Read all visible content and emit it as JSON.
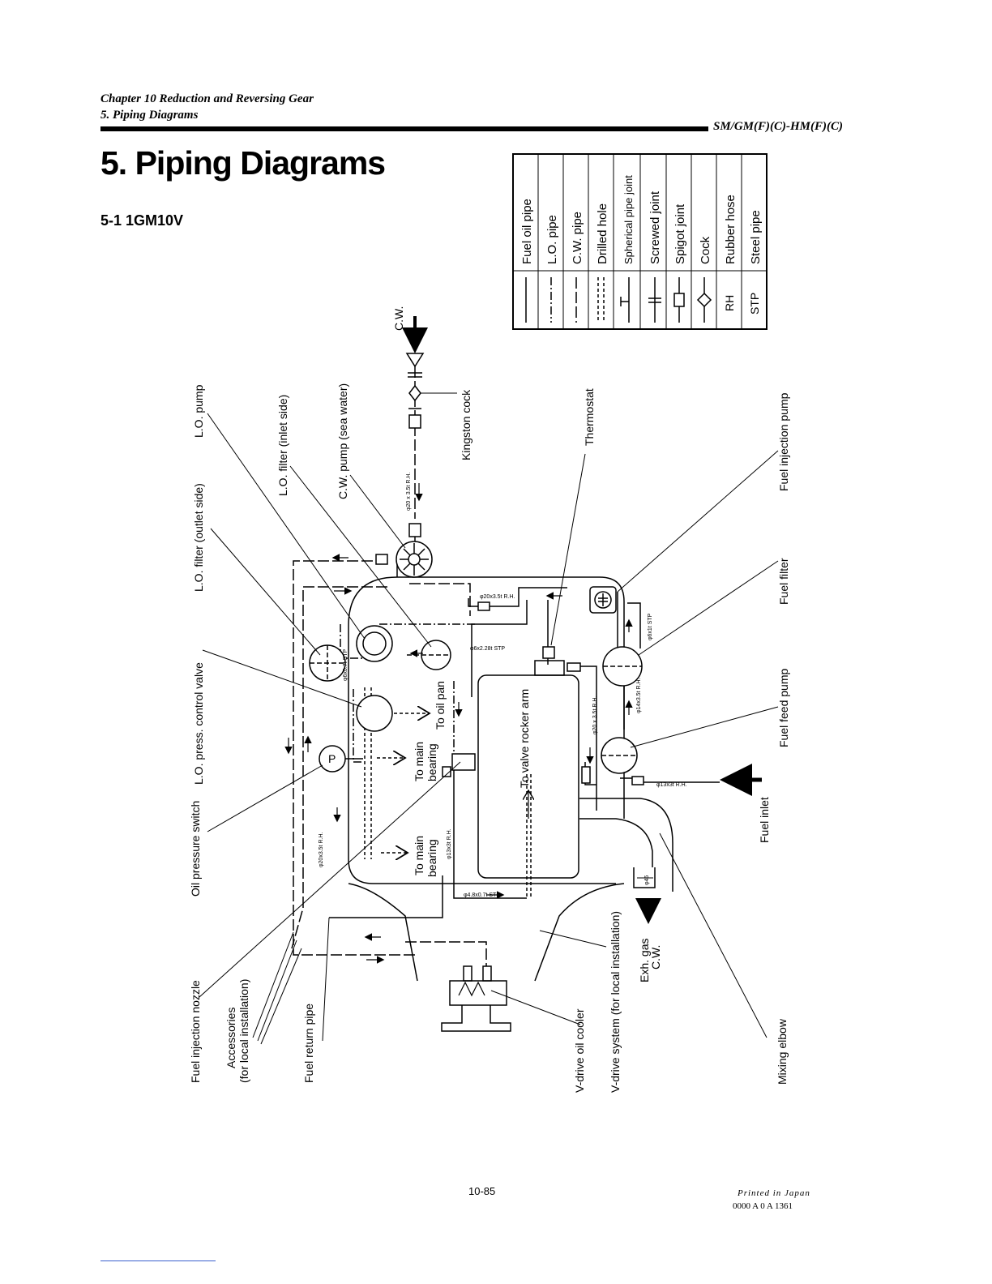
{
  "header": {
    "chapter": "Chapter 10 Reduction and Reversing Gear",
    "subsection": "5. Piping Diagrams",
    "model": "SM/GM(F)(C)-HM(F)(C)"
  },
  "title": "5. Piping Diagrams",
  "section": "5-1 1GM10V",
  "legend": {
    "items": [
      {
        "symbol": "solid-line",
        "label": "Fuel oil pipe"
      },
      {
        "symbol": "dash-dot-line",
        "label": "L.O. pipe"
      },
      {
        "symbol": "long-dash-line",
        "label": "C.W. pipe"
      },
      {
        "symbol": "double-dashed-line",
        "label": "Drilled hole"
      },
      {
        "symbol": "spherical-joint",
        "label": "Spherical pipe joint"
      },
      {
        "symbol": "screwed-joint",
        "label": "Screwed joint"
      },
      {
        "symbol": "spigot-joint",
        "label": "Spigot joint"
      },
      {
        "symbol": "cock",
        "label": "Cock"
      },
      {
        "symbol": "RH",
        "label": "Rubber hose"
      },
      {
        "symbol": "STP",
        "label": "Steel pipe"
      }
    ]
  },
  "labels": {
    "cw_top": "C.W.",
    "kingston_cock": "Kingston cock",
    "thermostat": "Thermostat",
    "fuel_injection_pump": "Fuel injection pump",
    "fuel_filter": "Fuel filter",
    "fuel_feed_pump": "Fuel feed pump",
    "fuel_inlet": "Fuel inlet",
    "lo_pump": "L.O. pump",
    "lo_filter_inlet": "L.O. filter (inlet side)",
    "cw_pump": "C.W. pump (sea water)",
    "lo_filter_outlet": "L.O. filter (outlet side)",
    "lo_press_valve": "L.O. press. control valve",
    "oil_pressure_switch": "Oil pressure switch",
    "fuel_injection_nozzle": "Fuel injection nozzle",
    "accessories_1": "Accessories",
    "accessories_2": "(for local installation)",
    "fuel_return_pipe": "Fuel return pipe",
    "vdrive_oil_cooler": "V-drive oil cooler",
    "vdrive_system": "V-drive system (for local installation)",
    "exh_gas": "Exh. gas",
    "cw_exh": "C.W.",
    "mixing_elbow": "Mixing elbow",
    "to_oil_pan": "To oil pan",
    "to_main_bearing_a1": "To main",
    "to_main_bearing_a2": "bearing",
    "to_main_bearing_b1": "To main",
    "to_main_bearing_b2": "bearing",
    "to_valve_rocker_arm": "To valve rocker arm",
    "pressure_switch_letter": "P"
  },
  "pipe_specs": {
    "cw_supply": "φ20 x 3.5t R.H.",
    "cw_outlet": "φ20x3.5t R.H.",
    "lo_stp1": "φ6x0.7t STP",
    "lo_stp2": "φ6x2.28t STP",
    "lo_rh": "φ20x3.5t R.H.",
    "lo_rh2": "φ13x3t R.H.",
    "lo_stp3": "φ4.8x0.7t STP",
    "fuel_stp": "φ6x1t STP",
    "fuel_rh1": "φ14x3.5t R.H.",
    "fuel_rh2": "φ20 x 3.5t R.H.",
    "fuel_inlet_rh": "φ13x3t R.H.",
    "exh_dia": "φ45"
  },
  "footer": {
    "page": "10-85",
    "printed": "Printed in Japan",
    "code": "0000 A 0 A 1361"
  }
}
